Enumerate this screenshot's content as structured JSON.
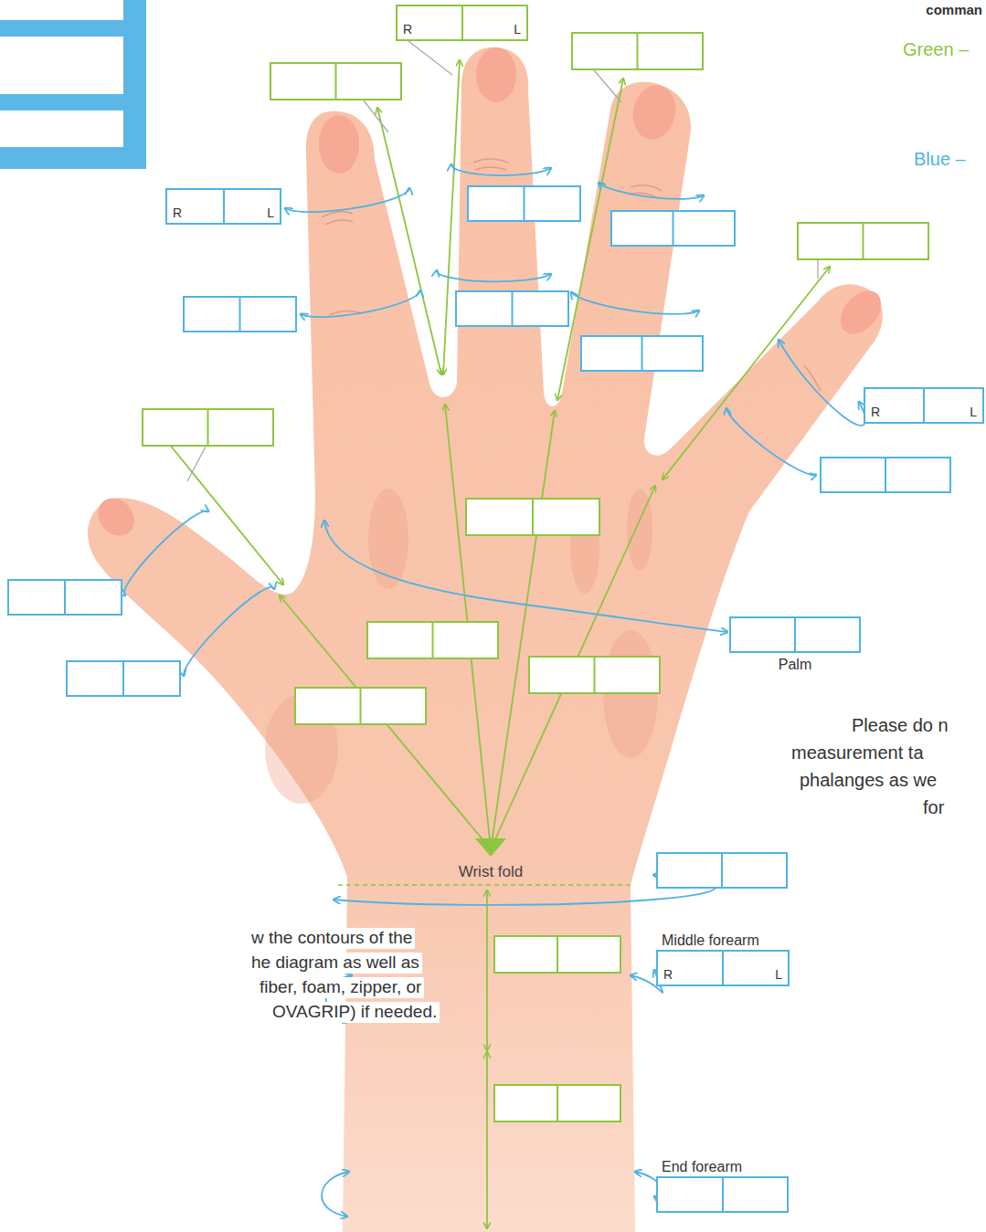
{
  "diagram": {
    "nodes": [
      {
        "text": [
          "R",
          "L"
        ]
      },
      {
        "text": [
          "R",
          "L"
        ]
      },
      {
        "text": [
          "R",
          "L"
        ]
      },
      {
        "text": [
          "Palm"
        ]
      },
      {
        "text": [
          "Middle forearm",
          "R",
          "L"
        ]
      },
      {
        "text": [
          "End forearm"
        ]
      }
    ],
    "labels": [
      "comman",
      "Green –",
      "Blue –",
      "Wrist fold",
      "Please do n",
      "measurement ta",
      "phalanges as we",
      "for",
      "w the contours of the",
      "he diagram as well as",
      "fiber, foam, zipper, or",
      "OVAGRIP) if needed."
    ]
  }
}
